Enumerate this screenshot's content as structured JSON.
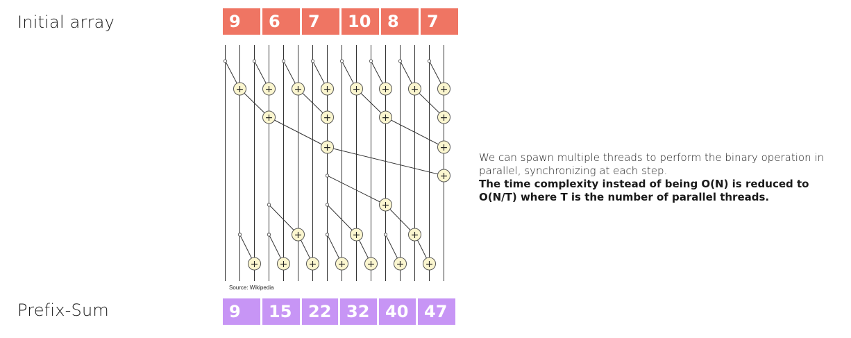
{
  "labels": {
    "initial": "Initial array",
    "prefix": "Prefix-Sum"
  },
  "initial_array": [
    "9",
    "6",
    "7",
    "10",
    "8",
    "7"
  ],
  "prefix_sum": [
    "9",
    "15",
    "22",
    "32",
    "40",
    "47"
  ],
  "source": "Source: Wikipedia",
  "description": {
    "line1": "We can spawn multiple threads to perform the binary operation in parallel, synchronizing at each step.",
    "line2": "The time complexity instead of being O(N) is reduced to O(N/T) where T is the number of parallel threads."
  },
  "diagram": {
    "lanes": 16,
    "operator_symbol": "+",
    "up_sweep": [
      [
        [
          0,
          1
        ],
        [
          2,
          3
        ],
        [
          4,
          5
        ],
        [
          6,
          7
        ],
        [
          8,
          9
        ],
        [
          10,
          11
        ],
        [
          12,
          13
        ],
        [
          14,
          15
        ]
      ],
      [
        [
          1,
          3
        ],
        [
          5,
          7
        ],
        [
          9,
          11
        ],
        [
          13,
          15
        ]
      ],
      [
        [
          3,
          7
        ],
        [
          11,
          15
        ]
      ],
      [
        [
          7,
          15
        ]
      ]
    ],
    "down_sweep": [
      [
        [
          7,
          11
        ]
      ],
      [
        [
          3,
          5
        ],
        [
          7,
          9
        ],
        [
          11,
          13
        ]
      ],
      [
        [
          1,
          2
        ],
        [
          3,
          4
        ],
        [
          5,
          6
        ],
        [
          7,
          8
        ],
        [
          9,
          10
        ],
        [
          11,
          12
        ],
        [
          13,
          14
        ]
      ]
    ],
    "colors": {
      "initial_cell": "#ef7563",
      "prefix_cell": "#c795f5",
      "operator_fill": "#fbf6cf"
    }
  }
}
